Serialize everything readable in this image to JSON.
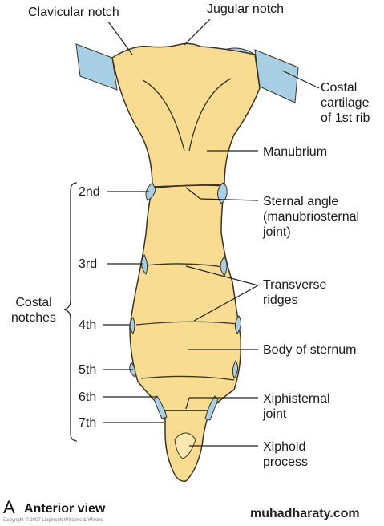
{
  "labels": {
    "clavicular_notch": "Clavicular notch",
    "jugular_notch": "Jugular notch",
    "costal_cartilage": "Costal\ncartilage\nof 1st rib",
    "manubrium": "Manubrium",
    "sternal_angle": "Sternal angle\n(manubriosternal\njoint)",
    "transverse_ridges": "Transverse\nridges",
    "body_of_sternum": "Body of sternum",
    "xiphisternal_joint": "Xiphisternal\njoint",
    "xiphoid_process": "Xiphoid\nprocess",
    "costal_notches": "Costal\nnotches",
    "notch_2nd": "2nd",
    "notch_3rd": "3rd",
    "notch_4th": "4th",
    "notch_5th": "5th",
    "notch_6th": "6th",
    "notch_7th": "7th"
  },
  "caption": {
    "letter": "A",
    "view": "Anterior view",
    "copyright": "Copyright © 2007 Lippincott Williams & Wilkins",
    "watermark": "muhadharaty.com"
  },
  "colors": {
    "bone": "#f8dc92",
    "bone_outline": "#3a3326",
    "cartilage": "#a9cfe4",
    "leader": "#222222"
  }
}
